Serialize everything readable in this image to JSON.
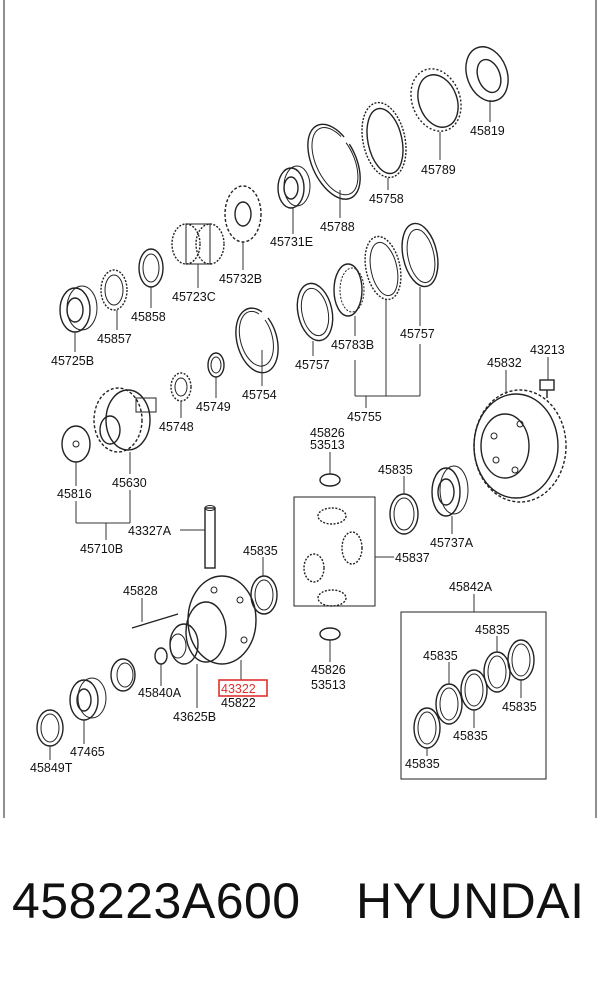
{
  "caption": {
    "part_number": "458223A600",
    "brand": "HYUNDAI"
  },
  "highlight_color": "#e0302e",
  "labels": {
    "p45819": "45819",
    "p45789": "45789",
    "p45758": "45758",
    "p45788": "45788",
    "p45731E": "45731E",
    "p45732B": "45732B",
    "p45723C": "45723C",
    "p45858": "45858",
    "p45857": "45857",
    "p45725B": "45725B",
    "p45757a": "45757",
    "p45783B": "45783B",
    "p45757b": "45757",
    "p45754": "45754",
    "p45749": "45749",
    "p45748": "45748",
    "p45755": "45755",
    "p45832": "45832",
    "p43213": "43213",
    "p45816": "45816",
    "p45630": "45630",
    "p45710B": "45710B",
    "p43327A": "43327A",
    "p45826a": "45826",
    "p53513a": "53513",
    "p45835a": "45835",
    "p45737A": "45737A",
    "p45835b": "45835",
    "p45837": "45837",
    "p45828": "45828",
    "p45840A": "45840A",
    "p43322": "43322",
    "p45822": "45822",
    "p43625B": "43625B",
    "p45826b": "45826",
    "p53513b": "53513",
    "p45842A": "45842A",
    "p45835c": "45835",
    "p45835d": "45835",
    "p45835e": "45835",
    "p45835f": "45835",
    "p45835g": "45835",
    "p47465": "47465",
    "p45849T": "45849T"
  }
}
